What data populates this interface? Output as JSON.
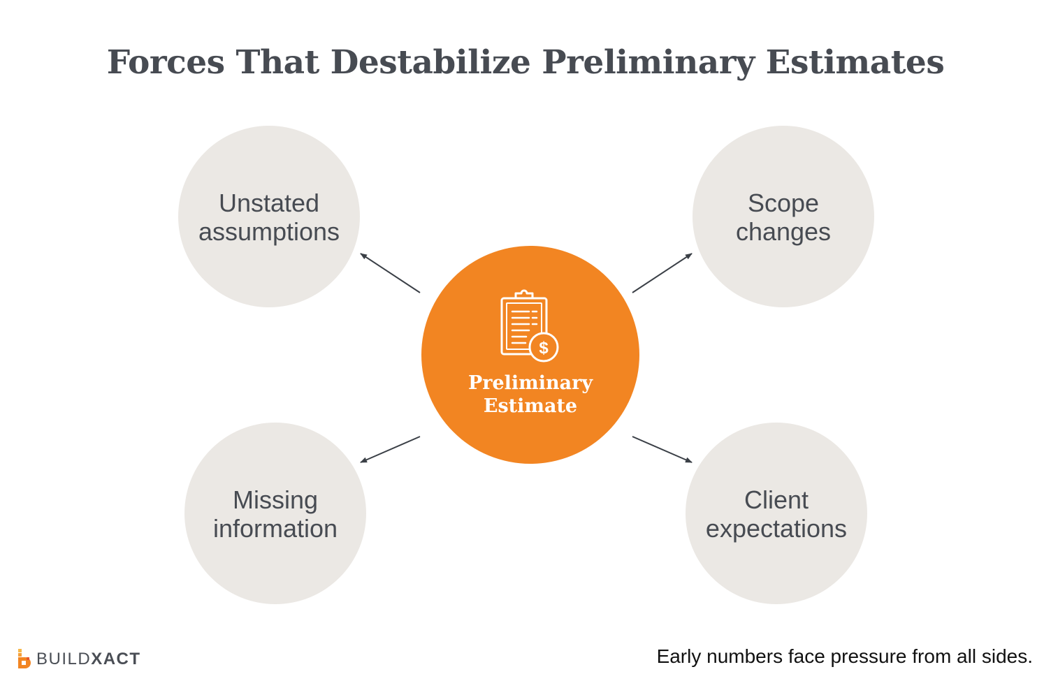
{
  "title": "Forces That Destabilize Preliminary Estimates",
  "center": {
    "line1": "Preliminary",
    "line2": "Estimate",
    "icon": "clipboard-dollar-icon"
  },
  "nodes": [
    {
      "line1": "Unstated",
      "line2": "assumptions"
    },
    {
      "line1": "Scope",
      "line2": "changes"
    },
    {
      "line1": "Missing",
      "line2": "information"
    },
    {
      "line1": "Client",
      "line2": "expectations"
    }
  ],
  "brand": {
    "part1": "BUILD",
    "part2": "XACT",
    "logo": "buildxact-logo-icon"
  },
  "caption": "Early numbers face pressure from all sides.",
  "colors": {
    "accent": "#f28522",
    "node_fill": "#ebe8e4",
    "text": "#474b52",
    "arrow": "#3a3f46"
  }
}
